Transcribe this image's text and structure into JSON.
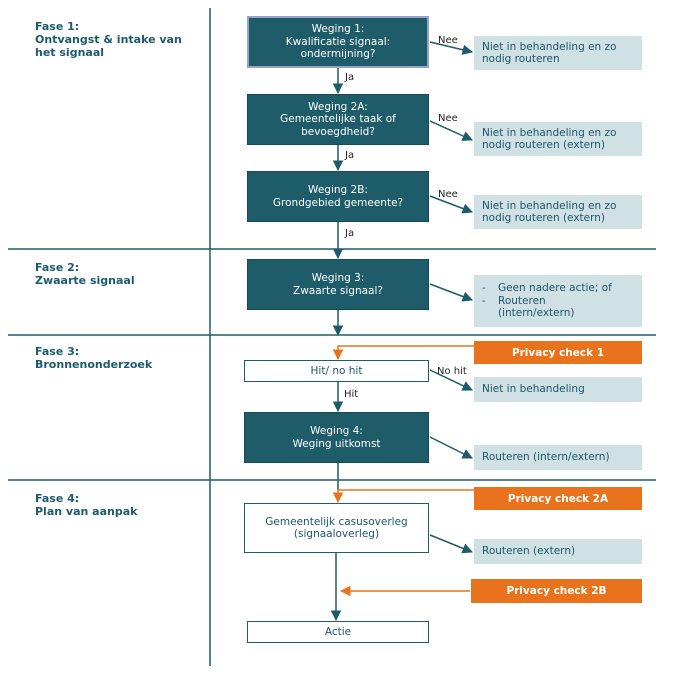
{
  "colors": {
    "dark_box": "#1e5c6a",
    "light_box": "#d0e1e6",
    "orange_box": "#e8731c",
    "phase_text": "#1c5a6e",
    "divider": "#1e5c6a",
    "orange_arrow": "#e8731c"
  },
  "phases": {
    "p1": {
      "line1": "Fase 1:",
      "line2": "Ontvangst & intake van",
      "line3": "het signaal"
    },
    "p2": {
      "line1": "Fase 2:",
      "line2": "Zwaarte signaal"
    },
    "p3": {
      "line1": "Fase 3:",
      "line2": "Bronnenonderzoek"
    },
    "p4": {
      "line1": "Fase 4:",
      "line2": "Plan van aanpak"
    }
  },
  "steps": {
    "w1": {
      "line1": "Weging 1:",
      "line2": "Kwalificatie signaal:",
      "line3": "ondermijning?"
    },
    "w2a": {
      "line1": "Weging 2A:",
      "line2": "Gemeentelijke taak of",
      "line3": "bevoegdheid?"
    },
    "w2b": {
      "line1": "Weging 2B:",
      "line2": "Grondgebied gemeente?"
    },
    "w3": {
      "line1": "Weging 3:",
      "line2": "Zwaarte signaal?"
    },
    "hit": {
      "line1": "Hit/ no hit"
    },
    "w4": {
      "line1": "Weging 4:",
      "line2": "Weging uitkomst"
    },
    "casus": {
      "line1": "Gemeentelijk casusoverleg",
      "line2": "(signaaloverleg)"
    },
    "actie": {
      "line1": "Actie"
    }
  },
  "outcomes": {
    "o1": {
      "line1": "Niet in behandeling en zo",
      "line2": "nodig routeren"
    },
    "o2a": {
      "line1": "Niet in behandeling en zo",
      "line2": "nodig routeren (extern)"
    },
    "o2b": {
      "line1": "Niet in behandeling en zo",
      "line2": "nodig routeren (extern)"
    },
    "o3": {
      "items": [
        {
          "dash": "-",
          "line1": "Geen nadere actie; of"
        },
        {
          "dash": "-",
          "line1": "Routeren",
          "line2": "(intern/extern)"
        }
      ]
    },
    "onohit": {
      "line1": "Niet in behandeling"
    },
    "o4": {
      "line1": "Routeren (intern/extern)"
    },
    "ocasus": {
      "line1": "Routeren (extern)"
    }
  },
  "privacy": {
    "pc1": "Privacy check 1",
    "pc2a": "Privacy check 2A",
    "pc2b": "Privacy check 2B"
  },
  "labels": {
    "nee1": "Nee",
    "nee2": "Nee",
    "nee3": "Nee",
    "ja1": "Ja",
    "ja2": "Ja",
    "ja3": "Ja",
    "nohit": "No hit",
    "hit": "Hit"
  }
}
